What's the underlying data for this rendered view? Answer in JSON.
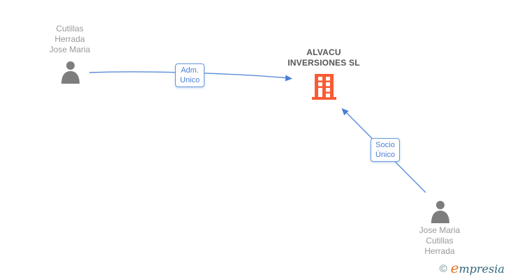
{
  "graph": {
    "company": {
      "name_line1": "ALVACU",
      "name_line2": "INVERSIONES SL"
    },
    "administrator": {
      "name_line1": "Cutillas",
      "name_line2": "Herrada",
      "name_line3": "Jose Maria",
      "role_line1": "Adm.",
      "role_line2": "Unico"
    },
    "sole_partner": {
      "name_line1": "Jose Maria",
      "name_line2": "Cutillas",
      "name_line3": "Herrada",
      "role_line1": "Socio",
      "role_line2": "Único"
    }
  },
  "branding": {
    "copyright_symbol": "©",
    "logo_lead": "e",
    "logo_rest": "mpresia"
  },
  "icons": {
    "person": "person-silhouette-icon",
    "company": "building-icon"
  },
  "colors": {
    "edge_blue": "#5b8dd9",
    "label_text_blue": "#4a7fd4",
    "building_orange": "#fa5a33",
    "person_gray": "#7d7d7d",
    "name_gray": "#999999",
    "company_text": "#555555",
    "logo_orange": "#e8761f",
    "logo_teal": "#2f6679"
  }
}
